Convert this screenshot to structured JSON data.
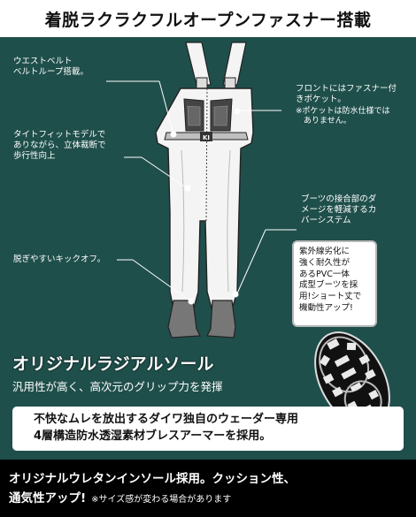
{
  "header": {
    "title": "着脱ラクラクフルオープンファスナー搭載"
  },
  "callouts": {
    "waist_belt": "ウエストベルト\nベルトループ搭載。",
    "front_pocket": "フロントにはファスナー付\nきポケット。",
    "pocket_note": "※ポケットは防水仕様では\n　ありません。",
    "tight_fit": "タイトフィットモデルで\nありながら、立体裁断で\n歩行性向上",
    "boots_joint": "ブーツの接合部のダ\nメージを軽減するカ\nバーシステム",
    "kick_off": "脱ぎやすいキックオフ。",
    "pvc_boots": "紫外線劣化に\n強く耐久性が\nあるPVC一体\n成型ブーツを採\n用!ショート丈で\n機動性アップ!"
  },
  "product": {
    "logo_text": "KI",
    "colors": {
      "background": "#1f4f4b",
      "wader_fill": "#f4f4f4",
      "outline": "#222222"
    }
  },
  "sole": {
    "title": "オリジナルラジアルソール",
    "subtitle": "汎用性が高く、高次元のグリップ力を発揮"
  },
  "feature": {
    "line1": "不快なムレを放出するダイワ独自のウェーダー専用",
    "line2": "4層構造防水透湿素材ブレスアーマーを採用。"
  },
  "insole": {
    "line1": "オリジナルウレタンインソール採用。クッション性、",
    "line2": "通気性アップ!",
    "note": "※サイズ感が変わる場合があります"
  }
}
